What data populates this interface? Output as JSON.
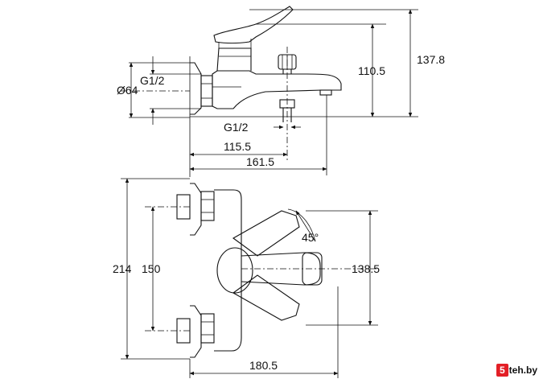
{
  "labels": {
    "dim_137_8": "137.8",
    "dim_110_5": "110.5",
    "dim_d64": "Ø64",
    "dim_g12_side": "G1/2",
    "dim_g12_bottom": "G1/2",
    "dim_115_5": "115.5",
    "dim_161_5": "161.5",
    "dim_45deg": "45°",
    "dim_214": "214",
    "dim_150": "150",
    "dim_138_5": "138.5",
    "dim_180_5": "180.5"
  },
  "watermark": {
    "brand": "5",
    "site": "teh.by"
  },
  "colors": {
    "line": "#111111",
    "watermark_red": "#e31f26"
  }
}
